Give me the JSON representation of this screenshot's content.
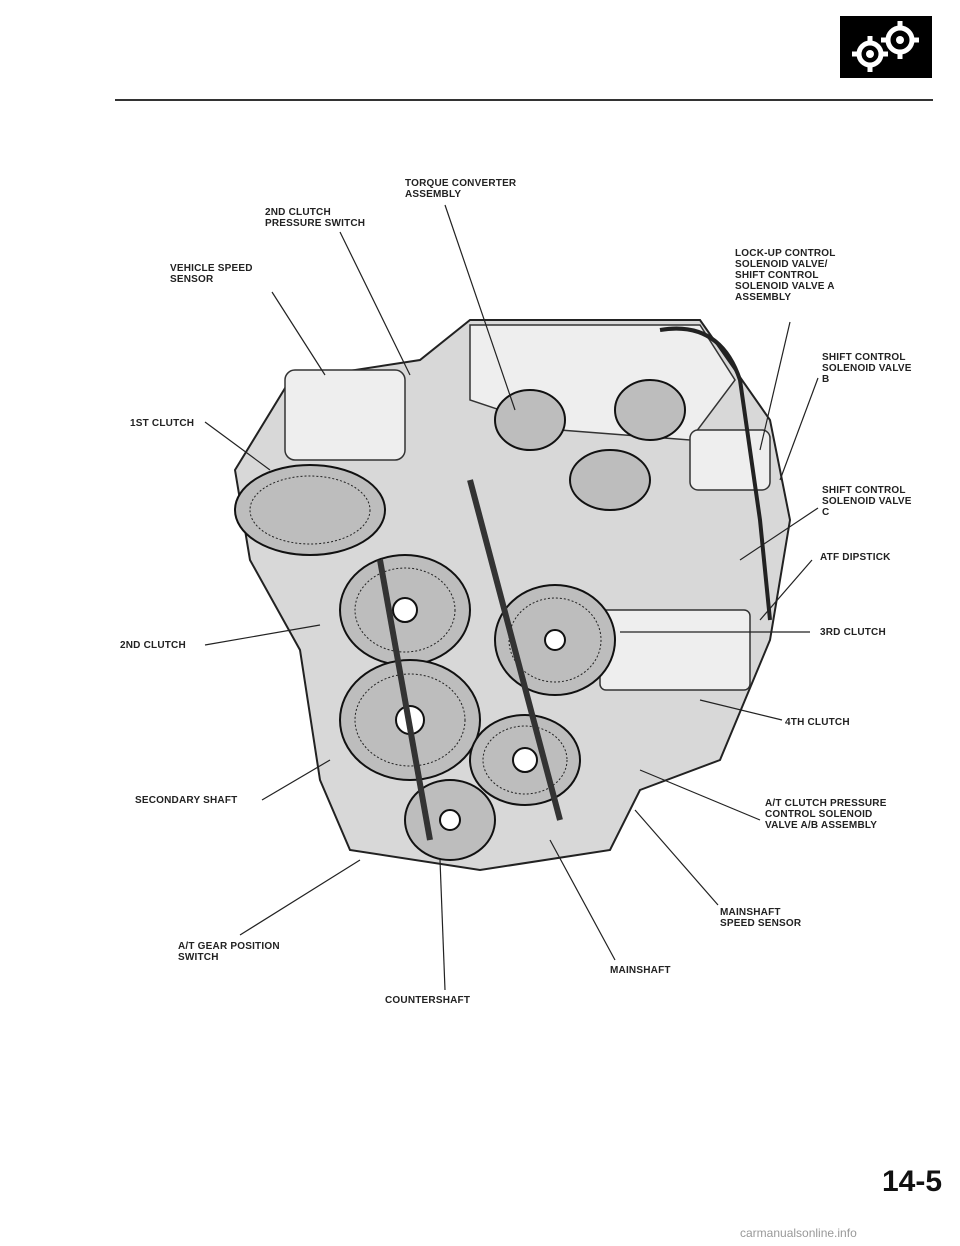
{
  "labels": {
    "torque_converter": "TORQUE CONVERTER\nASSEMBLY",
    "clutch2_pressure_switch": "2ND CLUTCH\nPRESSURE SWITCH",
    "vehicle_speed_sensor": "VEHICLE SPEED\nSENSOR",
    "lockup_solenoid": "LOCK-UP CONTROL\nSOLENOID VALVE/\nSHIFT CONTROL\nSOLENOID VALVE A\nASSEMBLY",
    "shift_solenoid_b": "SHIFT CONTROL\nSOLENOID VALVE\nB",
    "first_clutch": "1ST CLUTCH",
    "shift_solenoid_c": "SHIFT CONTROL\nSOLENOID VALVE\nC",
    "atf_dipstick": "ATF DIPSTICK",
    "second_clutch": "2ND CLUTCH",
    "third_clutch": "3RD CLUTCH",
    "fourth_clutch": "4TH CLUTCH",
    "secondary_shaft": "SECONDARY SHAFT",
    "pressure_control_solenoid": "A/T CLUTCH PRESSURE\nCONTROL SOLENOID\nVALVE A/B ASSEMBLY",
    "mainshaft_speed_sensor": "MAINSHAFT\nSPEED SENSOR",
    "gear_position_switch": "A/T GEAR POSITION\nSWITCH",
    "mainshaft": "MAINSHAFT",
    "countershaft": "COUNTERSHAFT"
  },
  "page_number": "14-5",
  "footer": "carmanualsonline.info",
  "icon": "gears-icon",
  "colors": {
    "ink": "#111111",
    "paper": "#ffffff",
    "metal": "#cfcfcf"
  }
}
